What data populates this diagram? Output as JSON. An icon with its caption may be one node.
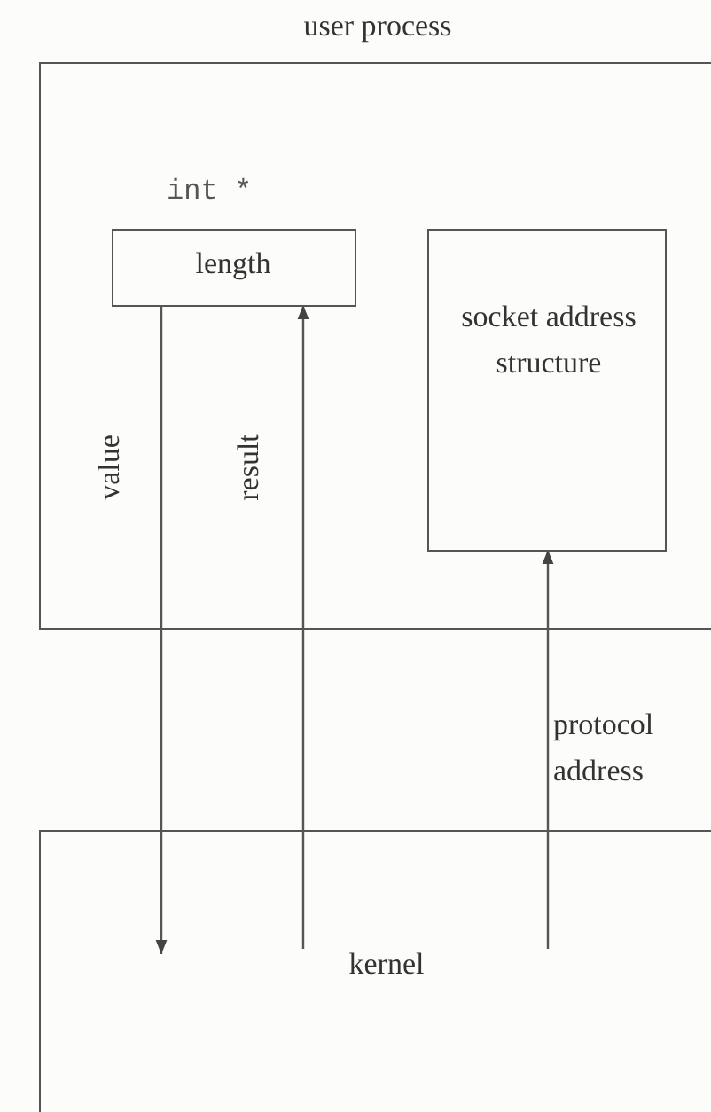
{
  "diagram": {
    "nodes": [
      {
        "text": [
          "user process"
        ]
      },
      {
        "text": [
          "length"
        ],
        "in": 0,
        "beside": [
          "int *"
        ]
      },
      {
        "text": [
          "socket address structure"
        ],
        "in": 0
      },
      {
        "text": [
          "kernel"
        ]
      }
    ],
    "edges": [
      {
        "from": 1,
        "to": 3,
        "arrow": "to",
        "label": "value"
      },
      {
        "from": 3,
        "to": 1,
        "arrow": "to",
        "label": "result"
      },
      {
        "from": 3,
        "to": 2,
        "arrow": "to",
        "label": "protocol address"
      }
    ]
  }
}
